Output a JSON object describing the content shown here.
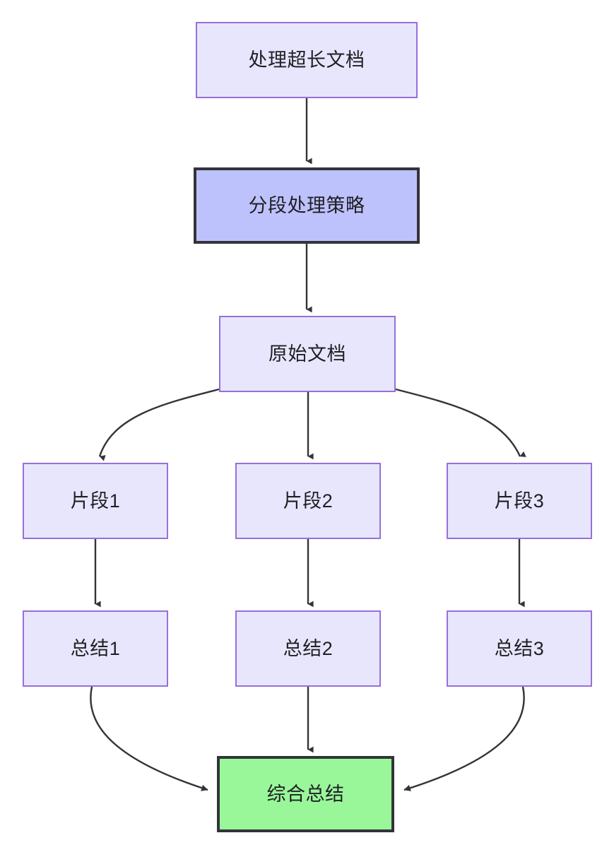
{
  "diagram": {
    "type": "flowchart",
    "direction": "top-down",
    "background": "#ffffff",
    "theme": {
      "plain_fill": "#e8e6fd",
      "plain_stroke": "#9670db",
      "emphasis_fill": "#bec2fc",
      "emphasis_stroke": "#33333a",
      "result_fill": "#99f79a",
      "result_stroke": "#33333a",
      "edge_stroke": "#33333a",
      "text_color": "#1f1f24"
    },
    "nodes": [
      {
        "id": "source",
        "label": "处理超长文档",
        "style": "plain"
      },
      {
        "id": "strategy",
        "label": "分段处理策略",
        "style": "emphasis"
      },
      {
        "id": "original",
        "label": "原始文档",
        "style": "plain"
      },
      {
        "id": "chunk1",
        "label": "片段1",
        "style": "plain"
      },
      {
        "id": "chunk2",
        "label": "片段2",
        "style": "plain"
      },
      {
        "id": "chunk3",
        "label": "片段3",
        "style": "plain"
      },
      {
        "id": "summary1",
        "label": "总结1",
        "style": "plain"
      },
      {
        "id": "summary2",
        "label": "总结2",
        "style": "plain"
      },
      {
        "id": "summary3",
        "label": "总结3",
        "style": "plain"
      },
      {
        "id": "final",
        "label": "综合总结",
        "style": "result"
      }
    ],
    "edges": [
      {
        "from": "source",
        "to": "strategy",
        "shape": "straight"
      },
      {
        "from": "strategy",
        "to": "original",
        "shape": "straight"
      },
      {
        "from": "original",
        "to": "chunk1",
        "shape": "curve-left"
      },
      {
        "from": "original",
        "to": "chunk2",
        "shape": "straight"
      },
      {
        "from": "original",
        "to": "chunk3",
        "shape": "curve-right"
      },
      {
        "from": "chunk1",
        "to": "summary1",
        "shape": "straight"
      },
      {
        "from": "chunk2",
        "to": "summary2",
        "shape": "straight"
      },
      {
        "from": "chunk3",
        "to": "summary3",
        "shape": "straight"
      },
      {
        "from": "summary1",
        "to": "final",
        "shape": "curve-in-left"
      },
      {
        "from": "summary2",
        "to": "final",
        "shape": "straight"
      },
      {
        "from": "summary3",
        "to": "final",
        "shape": "curve-in-right"
      }
    ]
  }
}
